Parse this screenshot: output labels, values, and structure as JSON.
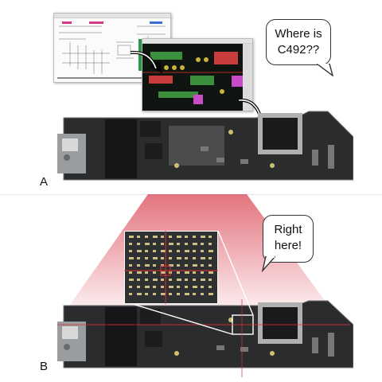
{
  "panels": [
    {
      "label": "A",
      "bubble_text": "Where is C492??"
    },
    {
      "label": "B",
      "bubble_text": "Right here!"
    }
  ],
  "colors": {
    "board": "#2a2c2e",
    "board_edge": "#8a8d90",
    "chip": "#1b1b1d",
    "highlight_cone": "#e06470",
    "crosshair": "#e03030",
    "schematic_bg": "#fbfbfb",
    "layout_bg": "#101410"
  },
  "icons": [
    "curved-arrow-icon",
    "speech-bubble-icon"
  ]
}
